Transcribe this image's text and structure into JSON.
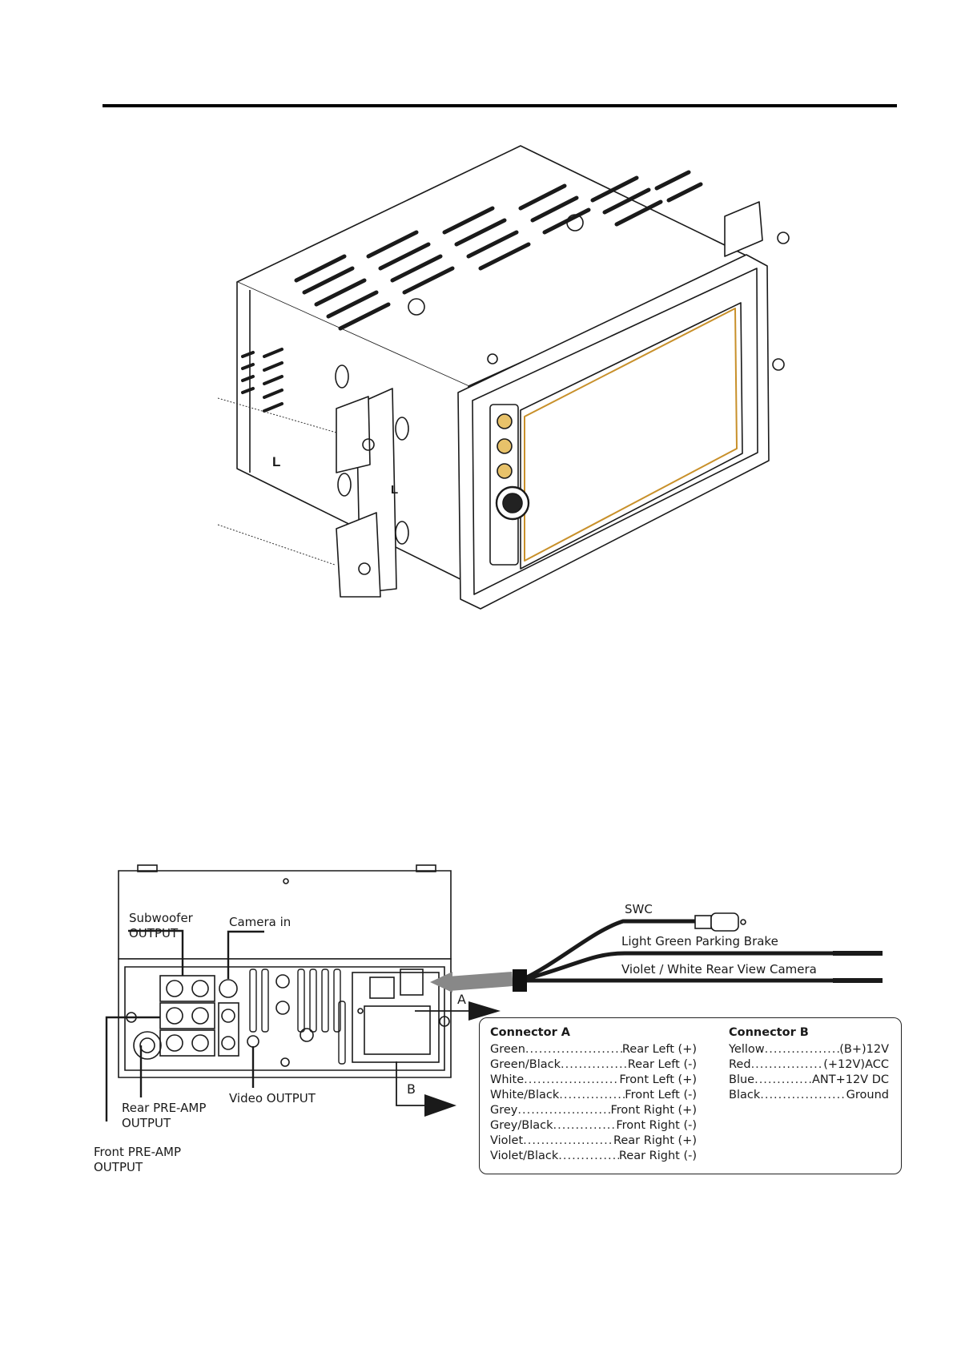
{
  "labels": {
    "subwoofer": "Subwoofer\nOUTPUT",
    "camera_in": "Camera in",
    "rear_preamp": "Rear PRE-AMP\nOUTPUT",
    "front_preamp": "Front PRE-AMP\nOUTPUT",
    "video_output": "Video OUTPUT",
    "swc": "SWC",
    "parking_brake": "Light Green Parking Brake",
    "rear_camera": "Violet / White Rear View Camera",
    "arrow_a": "A",
    "arrow_b": "B",
    "bracket_left": "L",
    "chassis_left": "L"
  },
  "connector_a": {
    "title": "Connector A",
    "rows": [
      {
        "wire": "Green",
        "func": "Rear Left (+)"
      },
      {
        "wire": "Green/Black",
        "func": "Rear Left (-)"
      },
      {
        "wire": "White",
        "func": "Front Left (+)"
      },
      {
        "wire": "White/Black",
        "func": "Front Left (-)"
      },
      {
        "wire": "Grey",
        "func": "Front Right (+)"
      },
      {
        "wire": "Grey/Black",
        "func": "Front Right (-)"
      },
      {
        "wire": "Violet",
        "func": "Rear Right (+)"
      },
      {
        "wire": "Violet/Black",
        "func": "Rear Right (-)"
      }
    ]
  },
  "connector_b": {
    "title": "Connector B",
    "rows": [
      {
        "wire": "Yellow",
        "func": "(B+)12V"
      },
      {
        "wire": "Red",
        "func": "(+12V)ACC"
      },
      {
        "wire": "Blue",
        "func": "ANT+12V DC"
      },
      {
        "wire": "Black",
        "func": "Ground"
      }
    ]
  },
  "colors": {
    "line": "#1a1a1a",
    "screen_trim": "#c8902a",
    "wire_grey": "#666666"
  }
}
